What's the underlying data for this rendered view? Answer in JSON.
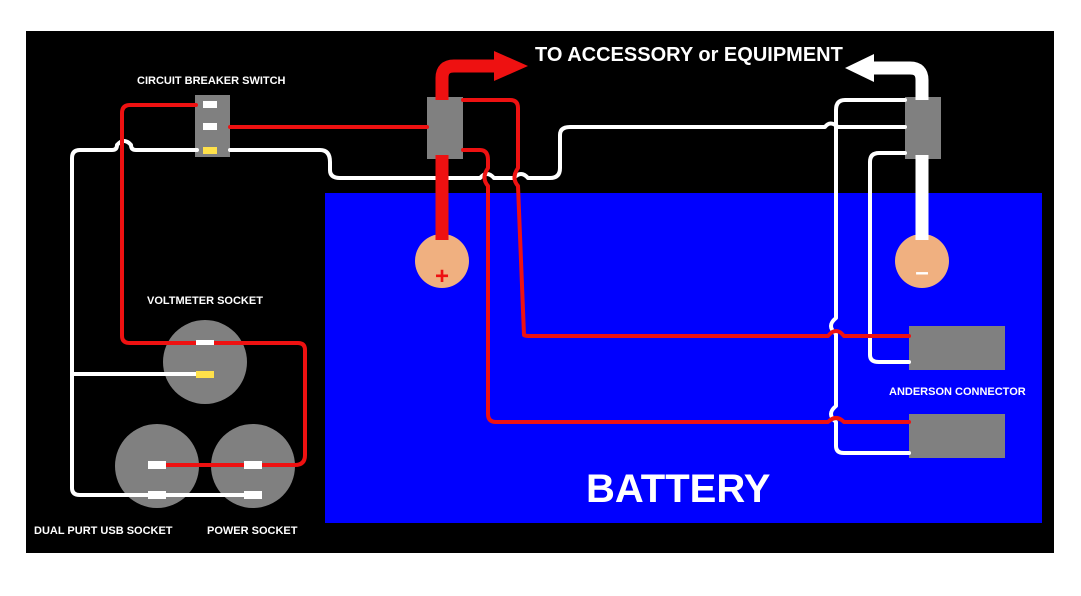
{
  "labels": {
    "circuit_breaker": "CIRCUIT BREAKER SWITCH",
    "to_accessory": "TO ACCESSORY or EQUIPMENT",
    "voltmeter": "VOLTMETER SOCKET",
    "anderson": "ANDERSON CONNECTOR",
    "battery": "BATTERY",
    "usb": "DUAL PURT USB SOCKET",
    "power": "POWER SOCKET",
    "positive": "+",
    "negative": "–"
  },
  "colors": {
    "background": "#000000",
    "battery": "#0000ff",
    "positive_wire": "#ee1111",
    "negative_wire": "#ffffff",
    "terminal": "#f0b080",
    "component": "#808080"
  }
}
